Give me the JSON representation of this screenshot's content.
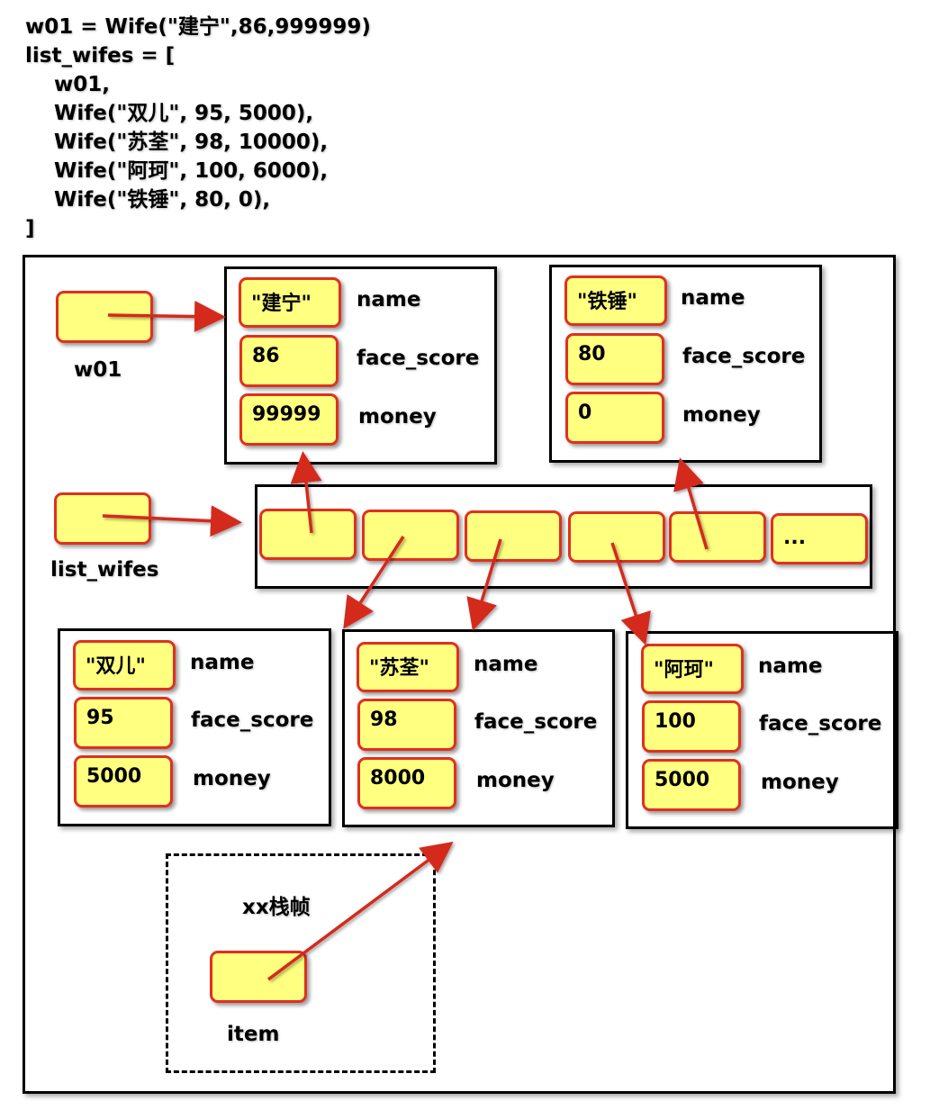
{
  "code": {
    "lines": [
      "w01 = Wife(\"建宁\",86,999999)",
      "list_wifes = [",
      "w01,",
      "Wife(\"双儿\", 95, 5000),",
      "Wife(\"苏荃\", 98, 10000),",
      "Wife(\"阿珂\", 100, 6000),",
      "Wife(\"铁锤\", 80, 0),",
      "]"
    ]
  },
  "variables": {
    "w01": "w01",
    "list_wifes": "list_wifes",
    "item": "item"
  },
  "field_labels": {
    "name": "name",
    "face_score": "face_score",
    "money": "money"
  },
  "objects": {
    "jianning": {
      "name": "\"建宁\"",
      "face_score": "86",
      "money": "99999"
    },
    "tiechui": {
      "name": "\"铁锤\"",
      "face_score": "80",
      "money": "0"
    },
    "shuanger": {
      "name": "\"双儿\"",
      "face_score": "95",
      "money": "5000"
    },
    "suquan": {
      "name": "\"苏荃\"",
      "face_score": "98",
      "money": "8000"
    },
    "ake": {
      "name": "\"阿珂\"",
      "face_score": "100",
      "money": "5000"
    }
  },
  "list_more": "...",
  "stack_frame_label": "xx栈帧",
  "colors": {
    "cell_fill": "#ffff80",
    "cell_border": "#e03020",
    "arrow": "#d42a1e",
    "frame": "#000000"
  }
}
